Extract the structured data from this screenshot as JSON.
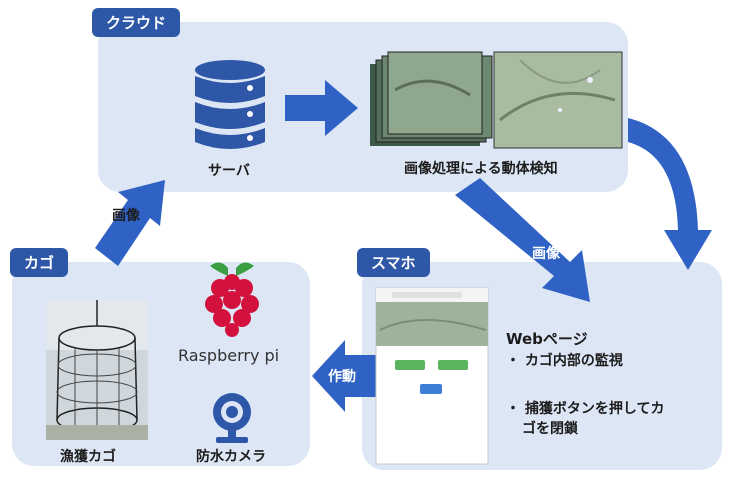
{
  "cloud": {
    "tag": "クラウド",
    "server_label": "サーバ",
    "detection_label": "画像処理による動体検知"
  },
  "cage": {
    "tag": "カゴ",
    "raspberry_label": "Raspberry pi",
    "fishing_cage_label": "漁獲カゴ",
    "camera_label": "防水カメラ"
  },
  "smartphone": {
    "tag": "スマホ",
    "web_title": "Webページ",
    "bullet1": "カゴ内部の監視",
    "bullet2a": "捕獲ボタンを押してカ",
    "bullet2b": "ゴを閉鎖"
  },
  "arrows": {
    "image_up": "画像",
    "image_down": "画像",
    "actuate": "作動"
  },
  "colors": {
    "panel": "#dde6f5",
    "tag": "#2e57a8",
    "arrow": "#2f62c4",
    "raspberry": "#d2123c"
  }
}
